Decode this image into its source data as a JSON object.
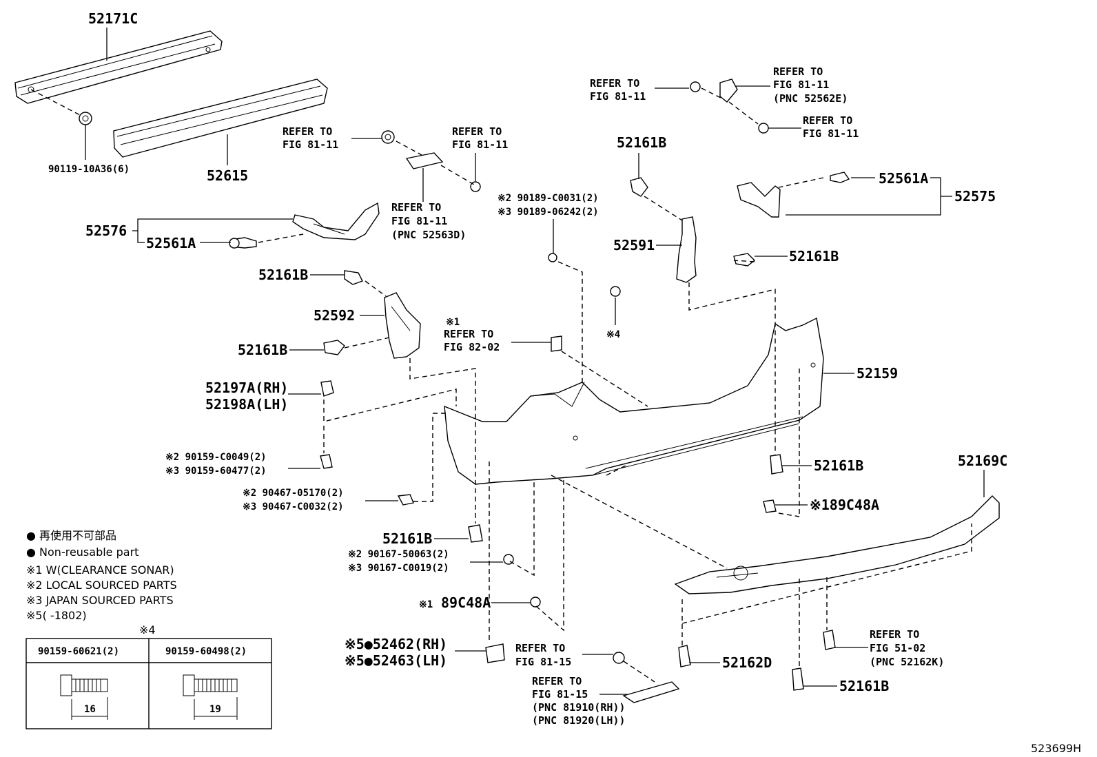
{
  "diagram_id": "523699H",
  "parts": {
    "p52171c": "52171C",
    "p90119": "90119-10A36(6)",
    "p52615": "52615",
    "p52576": "52576",
    "p52561a_l": "52561A",
    "p52561a_r": "52561A",
    "p52575": "52575",
    "p52161b_1": "52161B",
    "p52161b_2": "52161B",
    "p52161b_3": "52161B",
    "p52161b_4": "52161B",
    "p52161b_5": "52161B",
    "p52161b_6": "52161B",
    "p52161b_7": "52161B",
    "p52592": "52592",
    "p52591": "52591",
    "p52159": "52159",
    "p52169c": "52169C",
    "p52197a": "52197A(RH)",
    "p52198a": "52198A(LH)",
    "p52162d": "52162D",
    "p89c48a_r": "※189C48A",
    "p89c48a_l": "※1",
    "p89c48a_l2": "89C48A",
    "p52462": "※5●52462(RH)",
    "p52463": "※5●52463(LH)",
    "star4": "※4"
  },
  "fasteners": {
    "f1a": "※2 90189-C0031(2)",
    "f1b": "※3 90189-06242(2)",
    "f2a": "※2 90159-C0049(2)",
    "f2b": "※3 90159-60477(2)",
    "f3a": "※2 90467-05170(2)",
    "f3b": "※3 90467-C0032(2)",
    "f4a": "※2 90167-50063(2)",
    "f4b": "※3 90167-C0019(2)"
  },
  "refs": {
    "r1_refer": "REFER TO",
    "r1_fig": "FIG 81-11",
    "r2_refer": "REFER TO",
    "r2_fig": "FIG 81-11",
    "r3_refer": "REFER TO",
    "r3_fig": "FIG 81-11",
    "r3_pnc": "(PNC 52563D)",
    "r4_refer": "REFER TO",
    "r4_fig": "FIG 81-11",
    "r5_refer": "REFER TO",
    "r5_fig": "FIG 81-11",
    "r5_pnc": "(PNC 52562E)",
    "r6_refer": "REFER TO",
    "r6_fig": "FIG 81-11",
    "r7_star": "※1",
    "r7_refer": "REFER TO",
    "r7_fig": "FIG 82-02",
    "r8_refer": "REFER TO",
    "r8_fig": "FIG 81-15",
    "r9_refer": "REFER TO",
    "r9_fig": "FIG 81-15",
    "r9_pnc1": "(PNC 81910(RH))",
    "r9_pnc2": "(PNC 81920(LH))",
    "r10_refer": "REFER TO",
    "r10_fig": "FIG 51-02",
    "r10_pnc": "(PNC 52162K)"
  },
  "legend": {
    "l1": "● 再使用不可部品",
    "l2": "● Non-reusable part",
    "l3": "※1 W(CLEARANCE SONAR)",
    "l4": "※2 LOCAL SOURCED PARTS",
    "l5": "※3 JAPAN SOURCED PARTS",
    "l6": "※5(       -1802)"
  },
  "bolt_table": {
    "caption": "※4",
    "col1": "90159-60621(2)",
    "col2": "90159-60498(2)",
    "dim1": "16",
    "dim2": "19"
  }
}
